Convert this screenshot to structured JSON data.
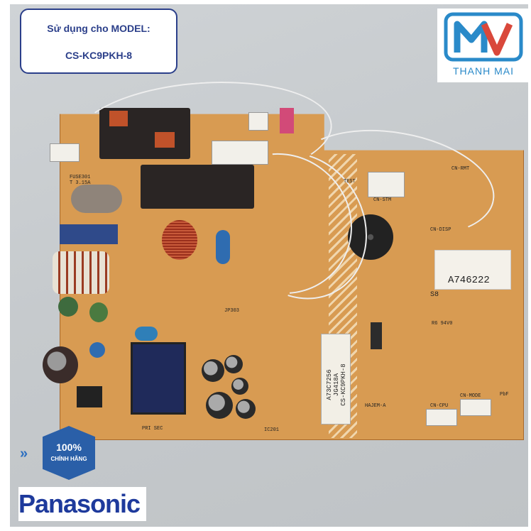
{
  "model_box": {
    "line1": "Sử dụng cho MODEL:",
    "line2": "CS-KC9PKH-8"
  },
  "shop_logo": {
    "mark": "M",
    "name": "THANH MAI",
    "accent": "#2a8ac9",
    "mark_color": "#d9483b"
  },
  "authentic_badge": {
    "percent": "100%",
    "text": "CHÍNH HÃNG",
    "color": "#2a5fa8",
    "icon": "double-chevron-right-icon"
  },
  "brand": {
    "name": "Panasonic",
    "color": "#1e3a9c"
  },
  "board": {
    "serial_sticker": "A746222",
    "part_label": [
      "A73C7256",
      "JG418A",
      "CS-KC9PKH-8"
    ],
    "silkscreen": {
      "fuse": "FUSE301",
      "fuse_rating": "T 3.15A",
      "test": "TEST",
      "cn_rmt": "CN-RMT",
      "cn_stm": "CN-STM",
      "cn_disp": "CN-DISP",
      "hajem": "HAJEM-A",
      "cn_cpu": "CN-CPU",
      "cn_mode": "CN-MODE",
      "pri_sec": "PRI SEC",
      "pbf": "PbF",
      "rating": "R6 94V0",
      "jp303": "JP303",
      "ic201": "IC201",
      "s8": "S8"
    }
  }
}
